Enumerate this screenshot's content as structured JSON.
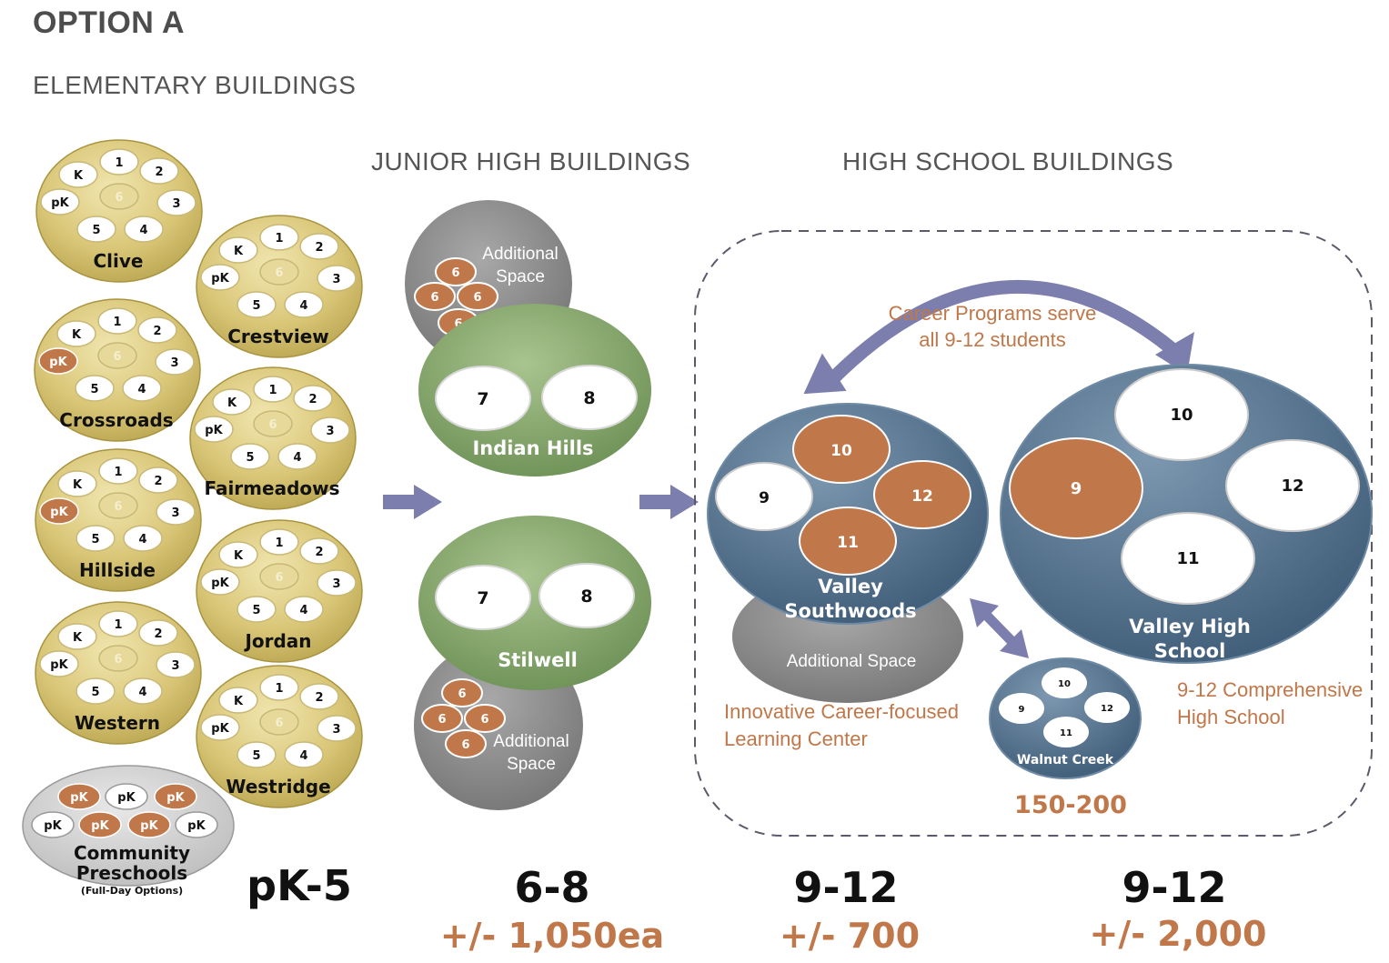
{
  "title": "OPTION A",
  "sections": {
    "elementary": "ELEMENTARY BUILDINGS",
    "junior": "JUNIOR HIGH BUILDINGS",
    "high": "HIGH SCHOOL BUILDINGS"
  },
  "elementary_schools": [
    {
      "name": "Clive",
      "pk_highlight": false
    },
    {
      "name": "Crestview",
      "pk_highlight": false
    },
    {
      "name": "Crossroads",
      "pk_highlight": true
    },
    {
      "name": "Fairmeadows",
      "pk_highlight": false
    },
    {
      "name": "Hillside",
      "pk_highlight": true
    },
    {
      "name": "Jordan",
      "pk_highlight": false
    },
    {
      "name": "Western",
      "pk_highlight": false
    },
    {
      "name": "Westridge",
      "pk_highlight": false
    }
  ],
  "elementary_grades": [
    "1",
    "2",
    "3",
    "4",
    "5",
    "pK",
    "K",
    "6"
  ],
  "preschool": {
    "name_line1": "Community",
    "name_line2": "Preschools",
    "note": "(Full-Day Options)",
    "grade": "pK"
  },
  "junior_high": {
    "schools": [
      {
        "name": "Indian Hills",
        "grades": [
          "7",
          "8"
        ]
      },
      {
        "name": "Stilwell",
        "grades": [
          "7",
          "8"
        ]
      }
    ],
    "additional_line1": "Additional",
    "additional_line2": "Space",
    "extra_grade": "6"
  },
  "high_school": {
    "career_line1": "Career Programs serve",
    "career_line2": "all 9-12 students",
    "southwoods": {
      "name_line1": "Valley",
      "name_line2": "Southwoods",
      "grades": [
        "9",
        "10",
        "11",
        "12"
      ],
      "additional": "Additional Space",
      "caption_line1": "Innovative Career-focused",
      "caption_line2": "Learning Center"
    },
    "valley": {
      "name_line1": "Valley High",
      "name_line2": "School",
      "grades": [
        "9",
        "10",
        "11",
        "12"
      ],
      "caption_line1": "9-12 Comprehensive",
      "caption_line2": "High School"
    },
    "walnut": {
      "name": "Walnut Creek",
      "grades": [
        "9",
        "10",
        "11",
        "12"
      ],
      "enrollment": "150-200"
    }
  },
  "footer": {
    "elementary_grades": "pK-5",
    "junior_grades": "6-8",
    "junior_enrollment": "+/- 1,050ea",
    "southwoods_grades": "9-12",
    "southwoods_enrollment": "+/- 700",
    "valley_grades": "9-12",
    "valley_enrollment": "+/- 2,000"
  },
  "colors": {
    "gold": "#d9c677",
    "green": "#84a868",
    "blue": "#52718e",
    "gray": "#8a8a8a",
    "orange": "#c0774a",
    "arrow": "#7c7fad"
  }
}
